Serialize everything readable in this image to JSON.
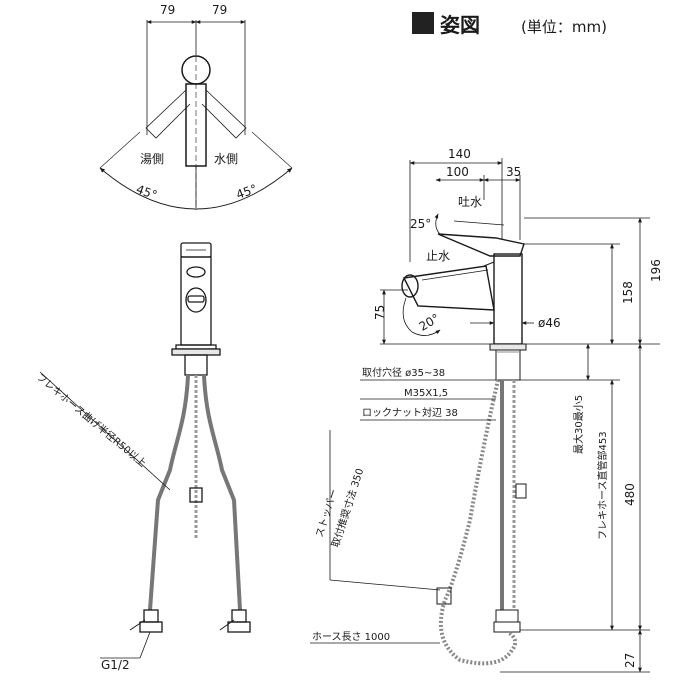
{
  "header": {
    "title": "姿図",
    "unit": "(単位：mm)"
  },
  "top_view": {
    "dim_left": "79",
    "dim_right": "79",
    "hot_side": "湯側",
    "cold_side": "水側",
    "angle_left": "45°",
    "angle_right": "45°"
  },
  "front_view": {
    "flex_hose_bend": "フレキホース曲げ半径R50以上",
    "fitting": "G1/2"
  },
  "side_view": {
    "dim_140": "140",
    "dim_100": "100",
    "dim_35": "35",
    "spout_label": "吐水",
    "angle_25": "25°",
    "stop_label": "止水",
    "angle_20": "20°",
    "dim_75": "75",
    "dim_46": "ø46",
    "dim_196": "196",
    "dim_158": "158",
    "mount_hole": "取付穴径 ø35~38",
    "thread": "M35X1,5",
    "locknut": "ロックナット対辺 38",
    "stopper_line1": "ストッパー",
    "stopper_line2": "取付推奨寸法 350",
    "hose_length": "ホース長さ 1000",
    "max_30": "最大30最小5",
    "flex_direct": "フレキホース直管部453",
    "dim_480": "480",
    "dim_27": "27"
  }
}
